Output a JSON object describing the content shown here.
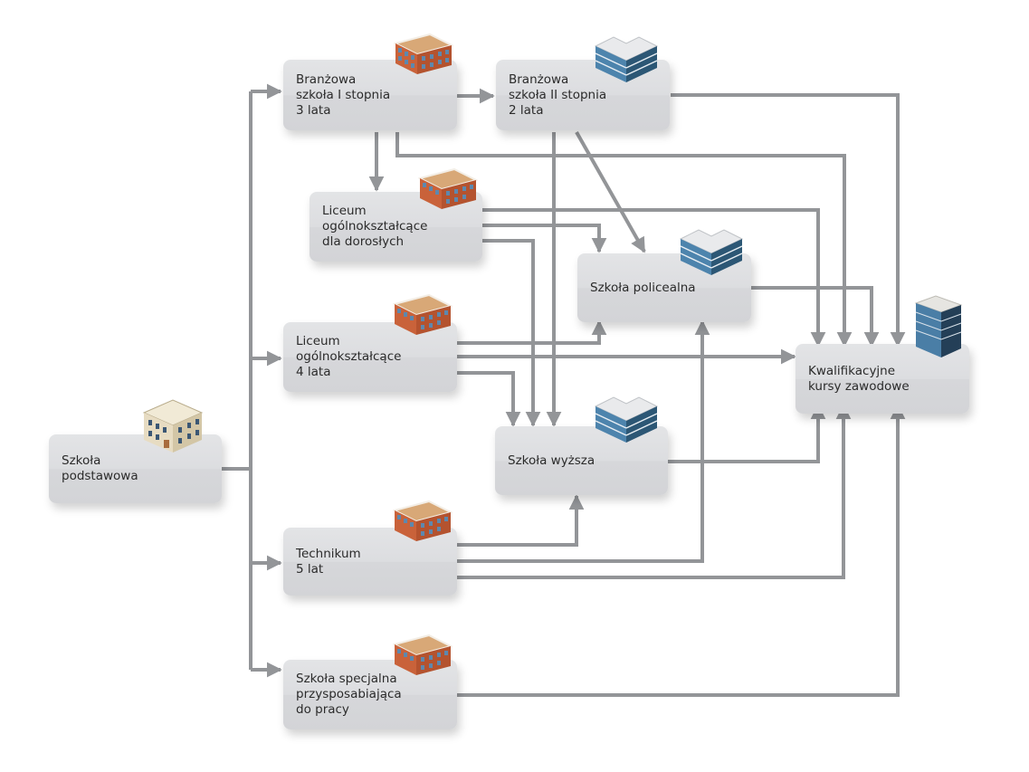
{
  "diagram": {
    "colors": {
      "connector": "#939598",
      "box": "#dcdde0",
      "text": "#2b2b2b"
    },
    "nodes": [
      {
        "id": "podstawowa",
        "label": "Szkoła\npodstawowa",
        "icon": "school-classic-building-icon"
      },
      {
        "id": "branzowa1",
        "label": "Branżowa\nszkoła I stopnia\n3 lata",
        "icon": "brick-building-icon"
      },
      {
        "id": "branzowa2",
        "label": "Branżowa\nszkoła II stopnia\n2 lata",
        "icon": "glass-office-building-icon"
      },
      {
        "id": "liceum_dor",
        "label": "Liceum\nogólnokształcące\ndla dorosłych",
        "icon": "brick-building-icon"
      },
      {
        "id": "policealna",
        "label": "Szkoła policealna",
        "icon": "glass-office-building-icon"
      },
      {
        "id": "liceum",
        "label": "Liceum\nogólnokształcące\n4 lata",
        "icon": "brick-building-icon"
      },
      {
        "id": "kkz",
        "label": "Kwalifikacyjne\nkursy zawodowe",
        "icon": "office-tower-icon"
      },
      {
        "id": "wyzsza",
        "label": "Szkoła wyższa",
        "icon": "glass-office-building-icon"
      },
      {
        "id": "technikum",
        "label": "Technikum\n5 lat",
        "icon": "brick-building-icon"
      },
      {
        "id": "specjalna",
        "label": "Szkoła specjalna\nprzysposabiająca\ndo pracy",
        "icon": "brick-building-icon"
      }
    ],
    "edges": [
      {
        "from": "podstawowa",
        "to": "branzowa1"
      },
      {
        "from": "podstawowa",
        "to": "liceum"
      },
      {
        "from": "podstawowa",
        "to": "technikum"
      },
      {
        "from": "podstawowa",
        "to": "specjalna"
      },
      {
        "from": "branzowa1",
        "to": "branzowa2"
      },
      {
        "from": "branzowa1",
        "to": "liceum_dor"
      },
      {
        "from": "branzowa1",
        "to": "kkz"
      },
      {
        "from": "branzowa2",
        "to": "kkz"
      },
      {
        "from": "branzowa2",
        "to": "policealna"
      },
      {
        "from": "branzowa2",
        "to": "wyzsza"
      },
      {
        "from": "liceum_dor",
        "to": "kkz"
      },
      {
        "from": "liceum_dor",
        "to": "policealna"
      },
      {
        "from": "liceum_dor",
        "to": "wyzsza"
      },
      {
        "from": "liceum",
        "to": "policealna"
      },
      {
        "from": "liceum",
        "to": "kkz"
      },
      {
        "from": "liceum",
        "to": "wyzsza"
      },
      {
        "from": "policealna",
        "to": "kkz"
      },
      {
        "from": "wyzsza",
        "to": "kkz"
      },
      {
        "from": "technikum",
        "to": "wyzsza"
      },
      {
        "from": "technikum",
        "to": "policealna"
      },
      {
        "from": "technikum",
        "to": "kkz"
      },
      {
        "from": "specjalna",
        "to": "kkz"
      }
    ]
  }
}
